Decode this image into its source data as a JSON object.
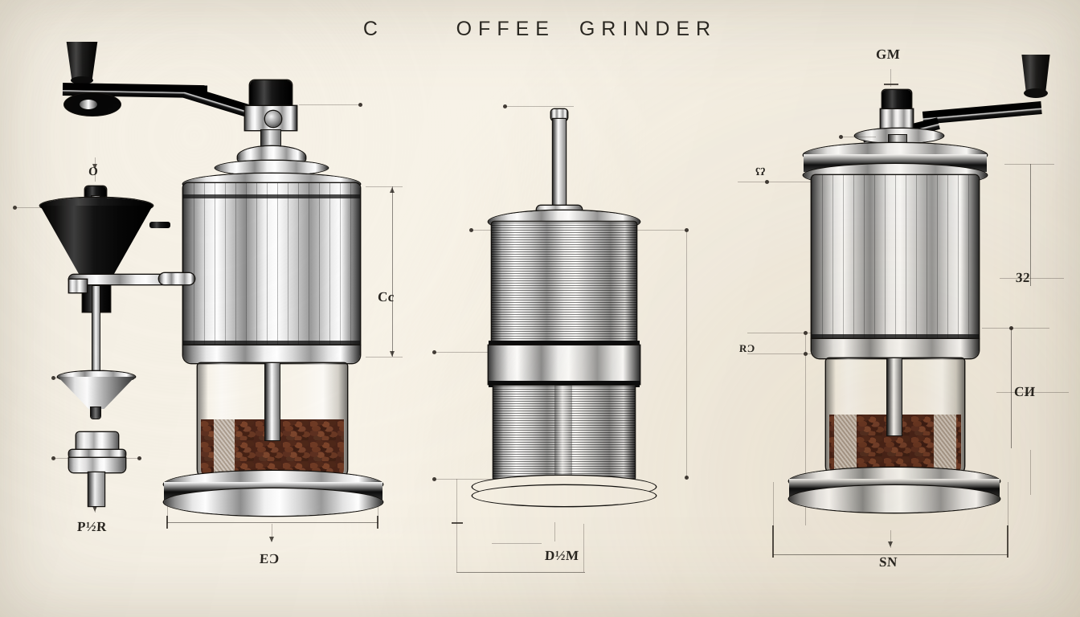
{
  "document": {
    "title": "C      OFFEE  GRINDER",
    "background_color": "#f7f2e7",
    "ink_color": "#15130f",
    "style": "vintage technical patent illustration"
  },
  "figures": [
    {
      "id": "left",
      "name": "exploded-assembly-view",
      "description": "Manual burr coffee grinder, exploded at left with hopper funnel, burr cone and adjustment nut; main unit with crank handle, stainless body and glass bean jar on chrome base"
    },
    {
      "id": "middle",
      "name": "mesh-cylinder-view",
      "description": "Grinder core shown as two stacked mesh cylinders with central shaft and plain chrome base ring"
    },
    {
      "id": "right",
      "name": "assembled-view",
      "description": "Fully assembled grinder with crank handle, stainless body and glass jar of beans on chrome base"
    }
  ],
  "annotations": [
    {
      "id": "a1",
      "text": "O",
      "figure": "left",
      "note": "small circle callout above hopper knob"
    },
    {
      "id": "a2",
      "text": "Cc",
      "figure": "left",
      "note": "vertical height dimension of main body"
    },
    {
      "id": "a3",
      "text": "P½R",
      "figure": "left",
      "note": "lower-left part callout"
    },
    {
      "id": "a4",
      "text": "EƆ",
      "figure": "left",
      "note": "base width dimension"
    },
    {
      "id": "a5",
      "text": "D½M",
      "figure": "middle",
      "note": "base width dimension"
    },
    {
      "id": "a6",
      "text": "GM",
      "figure": "right",
      "note": "top shaft callout"
    },
    {
      "id": "a7",
      "text": "ʕʔ",
      "figure": "right",
      "note": "upper left leader mark"
    },
    {
      "id": "a8",
      "text": "RƆ",
      "figure": "right",
      "note": "mid-left radius callout"
    },
    {
      "id": "a9",
      "text": "32",
      "figure": "right",
      "note": "upper right dimension"
    },
    {
      "id": "a10",
      "text": "CИ",
      "figure": "right",
      "note": "lower right dimension"
    },
    {
      "id": "a11",
      "text": "SN",
      "figure": "right",
      "note": "base width dimension"
    }
  ],
  "materials": {
    "chrome": "#ffffff",
    "black_plastic": "#0a0a0a",
    "bean_dark": "#4a2418",
    "bean_light": "#7b452c",
    "grounds": "#b9aa9c",
    "line_ink": "#14120f",
    "dimension_line": "#4b4640"
  }
}
